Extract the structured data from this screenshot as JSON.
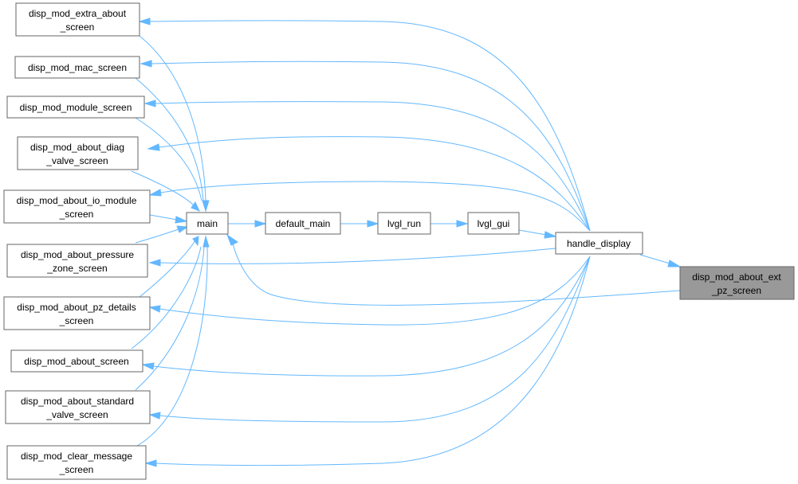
{
  "nodes": {
    "extra_about": {
      "lines": [
        "disp_mod_extra_about",
        "_screen"
      ]
    },
    "mac": {
      "lines": [
        "disp_mod_mac_screen"
      ]
    },
    "module": {
      "lines": [
        "disp_mod_module_screen"
      ]
    },
    "about_diag": {
      "lines": [
        "disp_mod_about_diag",
        "_valve_screen"
      ]
    },
    "about_io": {
      "lines": [
        "disp_mod_about_io_module",
        "_screen"
      ]
    },
    "about_pressure": {
      "lines": [
        "disp_mod_about_pressure",
        "_zone_screen"
      ]
    },
    "about_pz_details": {
      "lines": [
        "disp_mod_about_pz_details",
        "_screen"
      ]
    },
    "about": {
      "lines": [
        "disp_mod_about_screen"
      ]
    },
    "about_standard": {
      "lines": [
        "disp_mod_about_standard",
        "_valve_screen"
      ]
    },
    "clear_message": {
      "lines": [
        "disp_mod_clear_message",
        "_screen"
      ]
    },
    "main": {
      "lines": [
        "main"
      ]
    },
    "default_main": {
      "lines": [
        "default_main"
      ]
    },
    "lvgl_run": {
      "lines": [
        "lvgl_run"
      ]
    },
    "lvgl_gui": {
      "lines": [
        "lvgl_gui"
      ]
    },
    "handle_display": {
      "lines": [
        "handle_display"
      ]
    },
    "about_ext_pz": {
      "lines": [
        "disp_mod_about_ext",
        "_pz_screen"
      ]
    }
  },
  "colors": {
    "edge": "#63b8ff",
    "node_border": "#666666",
    "current_node_fill": "#999999",
    "node_fill": "#ffffff"
  }
}
